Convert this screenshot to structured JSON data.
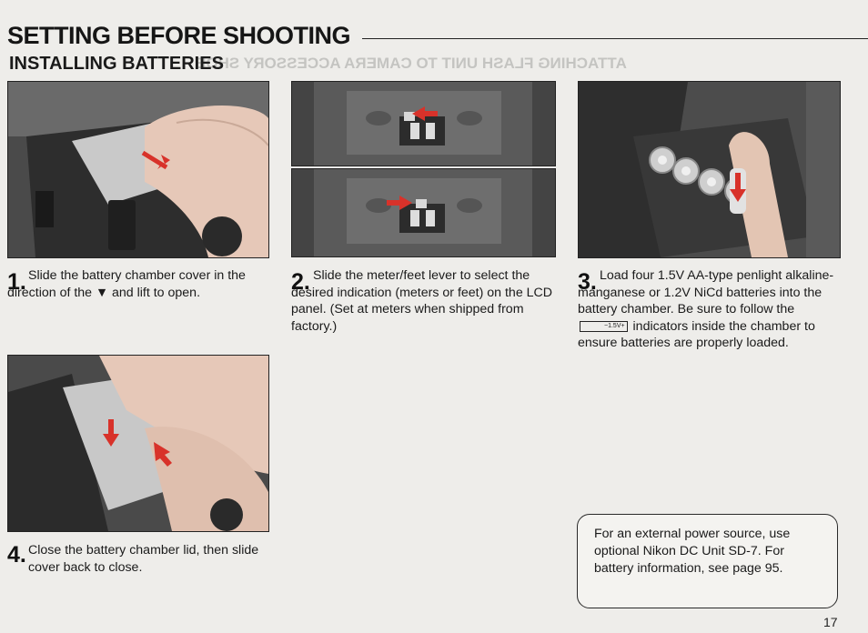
{
  "header": {
    "title": "SETTING BEFORE SHOOTING",
    "section": "INSTALLING BATTERIES"
  },
  "ghost": {
    "heading": "ATTACHING FLASH UNIT TO CAMERA ACCESSORY SHOE"
  },
  "steps": [
    {
      "number": "1.",
      "text": "Slide the battery chamber cover in the direction of the ▼ and lift to open."
    },
    {
      "number": "2.",
      "text": "Slide the meter/feet lever to select the desired indication (meters or feet) on the LCD panel. (Set at meters when shipped from factory.)"
    },
    {
      "number": "3.",
      "text_before": "Load four 1.5V AA-type penlight alkaline-manganese or 1.2V NiCd batteries into the battery chamber. Be sure to follow the",
      "indicator": "−1.5V+",
      "text_after": "indicators inside the chamber to ensure batteries are properly loaded."
    },
    {
      "number": "4.",
      "text": "Close the battery chamber lid, then slide cover back to close."
    }
  ],
  "note": {
    "text": "For an external power source, use optional Nikon DC Unit SD-7. For battery information, see page 95."
  },
  "page_number": "17",
  "colors": {
    "arrow": "#d8322a",
    "paper": "#eeedea",
    "ink": "#1e1e1e"
  },
  "icons": [
    "arrow-icon"
  ]
}
